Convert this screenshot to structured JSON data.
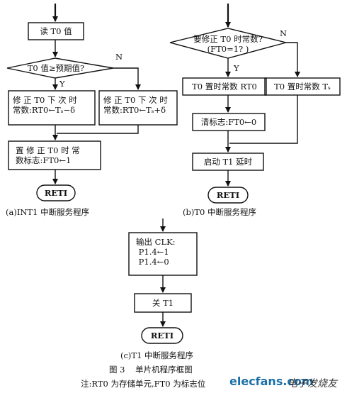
{
  "panel_a": {
    "read": "读 T0 值",
    "decision": "T0 值≥预期值?",
    "yes": "Y",
    "no": "N",
    "box_yes": "修 正 T0 下 次 时\n常数:RT0←Tₛ−δ",
    "box_no": "修 正 T0 下 次 时\n常数:RT0←Tₛ+δ",
    "set_flag": "置 修 正 T0 时 常\n数标志:FT0←1",
    "reti": "RETI",
    "caption": "(a)INT1 中断服务程序"
  },
  "panel_b": {
    "decision": "要修正 T0 时常数?\n(FT0=1? )",
    "yes": "Y",
    "no": "N",
    "box_yes": "T0 置时常数 RT0",
    "box_no": "T0 置时常数 Tₛ",
    "clear": "清标志:FT0←0",
    "start": "启动 T1 延时",
    "reti": "RETI",
    "caption": "(b)T0 中断服务程序"
  },
  "panel_c": {
    "output": "输出 CLK:\n P1.4←1\n P1.4←0",
    "close": "关 T1",
    "reti": "RETI",
    "caption": "(c)T1 中断服务程序"
  },
  "figure_title": "图 3    单片机程序框图",
  "note": "注:RT0 为存储单元,FT0 为标志位",
  "watermark": {
    "site": "elecfans.com",
    "cn": "电子发烧友"
  }
}
